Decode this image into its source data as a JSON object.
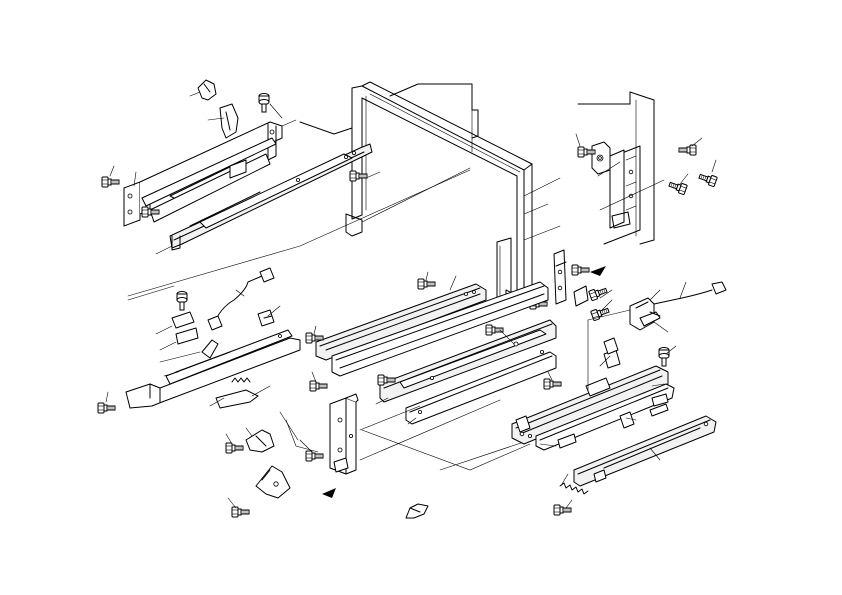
{
  "diagram": {
    "kind": "exploded-parts-view",
    "line_color": "#000000",
    "background": "#ffffff",
    "groups": [
      "upper-left-rail-assembly",
      "frame",
      "right-hinge-bracket-assembly",
      "center-rail-assembly",
      "lower-left-actuator-assembly",
      "lower-right-guide-assembly"
    ],
    "icons": [
      "screw-icon",
      "bolt-icon",
      "arrow-icon",
      "wire-harness-icon",
      "spring-icon"
    ]
  }
}
